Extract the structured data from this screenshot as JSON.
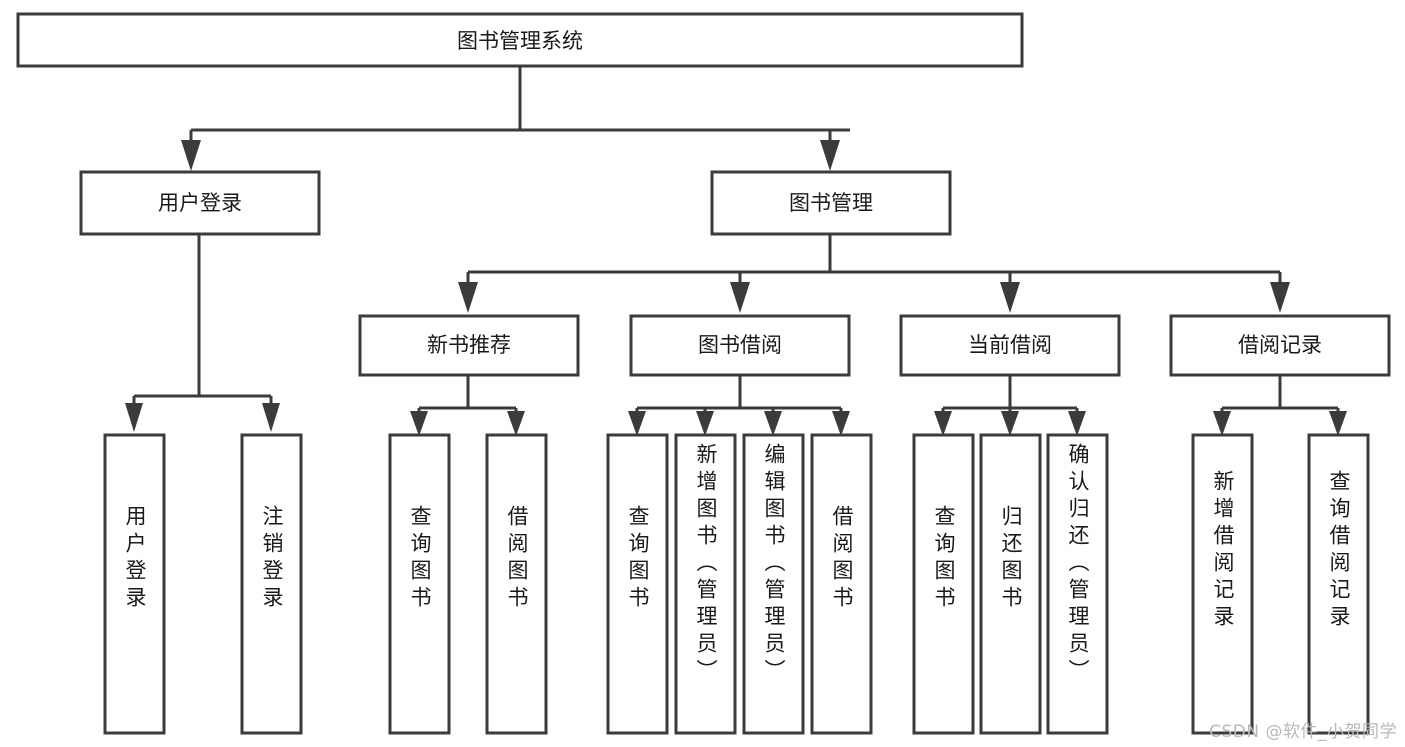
{
  "diagram": {
    "title": "图书管理系统",
    "type": "hierarchy-tree",
    "watermark": "CSDN @软件_小贺同学",
    "colors": {
      "stroke": "#3b3b3b",
      "fill": "#ffffff",
      "text": "#1a1a1a",
      "watermark": "#b9b9b9",
      "background": "#ffffff"
    },
    "levels": {
      "root": {
        "label": "图书管理系统",
        "orientation": "horizontal"
      },
      "level2": [
        {
          "label": "用户登录",
          "orientation": "horizontal"
        },
        {
          "label": "图书管理",
          "orientation": "horizontal"
        }
      ],
      "level3": [
        {
          "label": "新书推荐",
          "orientation": "horizontal",
          "parent": "图书管理"
        },
        {
          "label": "图书借阅",
          "orientation": "horizontal",
          "parent": "图书管理"
        },
        {
          "label": "当前借阅",
          "orientation": "horizontal",
          "parent": "图书管理"
        },
        {
          "label": "借阅记录",
          "orientation": "horizontal",
          "parent": "图书管理"
        }
      ],
      "leaves": [
        {
          "label": "用户登录",
          "orientation": "vertical",
          "parent": "用户登录"
        },
        {
          "label": "注销登录",
          "orientation": "vertical",
          "parent": "用户登录"
        },
        {
          "label": "查询图书",
          "orientation": "vertical",
          "parent": "新书推荐"
        },
        {
          "label": "借阅图书",
          "orientation": "vertical",
          "parent": "新书推荐"
        },
        {
          "label": "查询图书",
          "orientation": "vertical",
          "parent": "图书借阅"
        },
        {
          "label": "新增图书（管理员）",
          "orientation": "vertical",
          "parent": "图书借阅"
        },
        {
          "label": "编辑图书（管理员）",
          "orientation": "vertical",
          "parent": "图书借阅"
        },
        {
          "label": "借阅图书",
          "orientation": "vertical",
          "parent": "图书借阅"
        },
        {
          "label": "查询图书",
          "orientation": "vertical",
          "parent": "当前借阅"
        },
        {
          "label": "归还图书",
          "orientation": "vertical",
          "parent": "当前借阅"
        },
        {
          "label": "确认归还（管理员）",
          "orientation": "vertical",
          "parent": "当前借阅"
        },
        {
          "label": "新增借阅记录",
          "orientation": "vertical",
          "parent": "借阅记录"
        },
        {
          "label": "查询借阅记录",
          "orientation": "vertical",
          "parent": "借阅记录"
        }
      ]
    }
  }
}
